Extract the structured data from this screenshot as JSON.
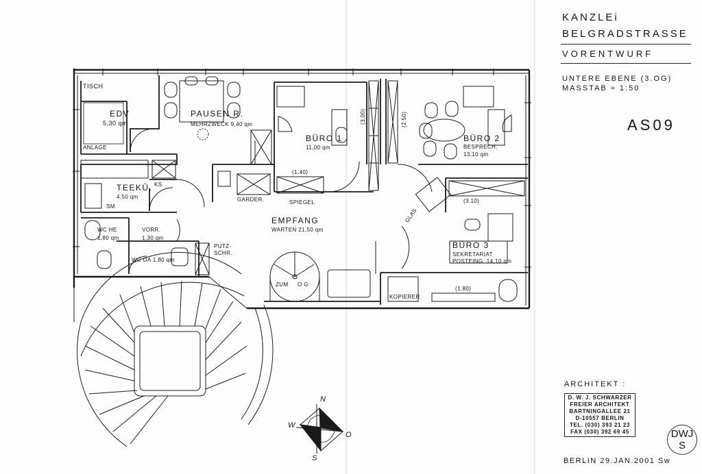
{
  "title_block": {
    "line1": "KANZLEi",
    "line2": "BELGRADSTRASSE",
    "line3": "VORENTWURF",
    "level": "UNTERE EBENE (3.OG)",
    "scale": "MASSTAB ≈ 1:50",
    "sheet": "AS09"
  },
  "rooms": {
    "tisch": "TISCH",
    "edv": "EDV",
    "edv_area": "5,30 qm",
    "anlage": "ANLAGE",
    "pause": "PAUSEN R.",
    "pause_sub": "MEHRZWECK 9,40 qm",
    "buero1": "BÜRO 1",
    "buero1_area": "11,00 qm",
    "buero2": "BÜRO 2",
    "buero2_sub": "BESPRECH.",
    "buero2_area": "13,10 qm",
    "teekueche": "TEEKÜ.",
    "teekueche_area": "4,50 qm",
    "ks": "KS",
    "sm": "SM",
    "garder": "GARDER.",
    "spiegel": "SPIEGEL",
    "empfang": "EMPFANG",
    "empfang_sub": "WARTEN 21,50 qm",
    "wc_he": "WC HE",
    "wc_he_area": "1,80 qm",
    "vorr": "VORR.",
    "vorr_area": "1,30 qm",
    "wc_da": "WC DA 1,80 qm",
    "putz": "PUTZ-",
    "putz2": "SCHR.",
    "glas": "GLAS",
    "buero3": "BÜRO 3",
    "buero3_sub1": "SEKRETARIAT",
    "buero3_sub2": "POSTEING. 14,10 qm",
    "zum": "ZUM",
    "og": "O G",
    "kopierer": "KOPIERER"
  },
  "dimensions": {
    "d140": "(1.40)",
    "d300": "(3.00)",
    "d250": "(2.50)",
    "d310": "(3.10)",
    "d180": "(1.80)"
  },
  "compass": {
    "n": "N",
    "s": "S",
    "w": "W",
    "o": "O"
  },
  "architect": {
    "heading": "ARCHITEKT :",
    "name": "D. W. J. SCHWARZER",
    "role": "FREIER ARCHITEKT",
    "street": "BARTNINGALLEE 21",
    "city": "D-10557 BERLIN",
    "tel": "TEL. (030) 393 21 23",
    "fax": "FAX (030) 392 69 45"
  },
  "seal": {
    "line1": "DWJ",
    "line2": "S"
  },
  "footer": {
    "date": "BERLIN 29.JAN.2001 Sw"
  }
}
